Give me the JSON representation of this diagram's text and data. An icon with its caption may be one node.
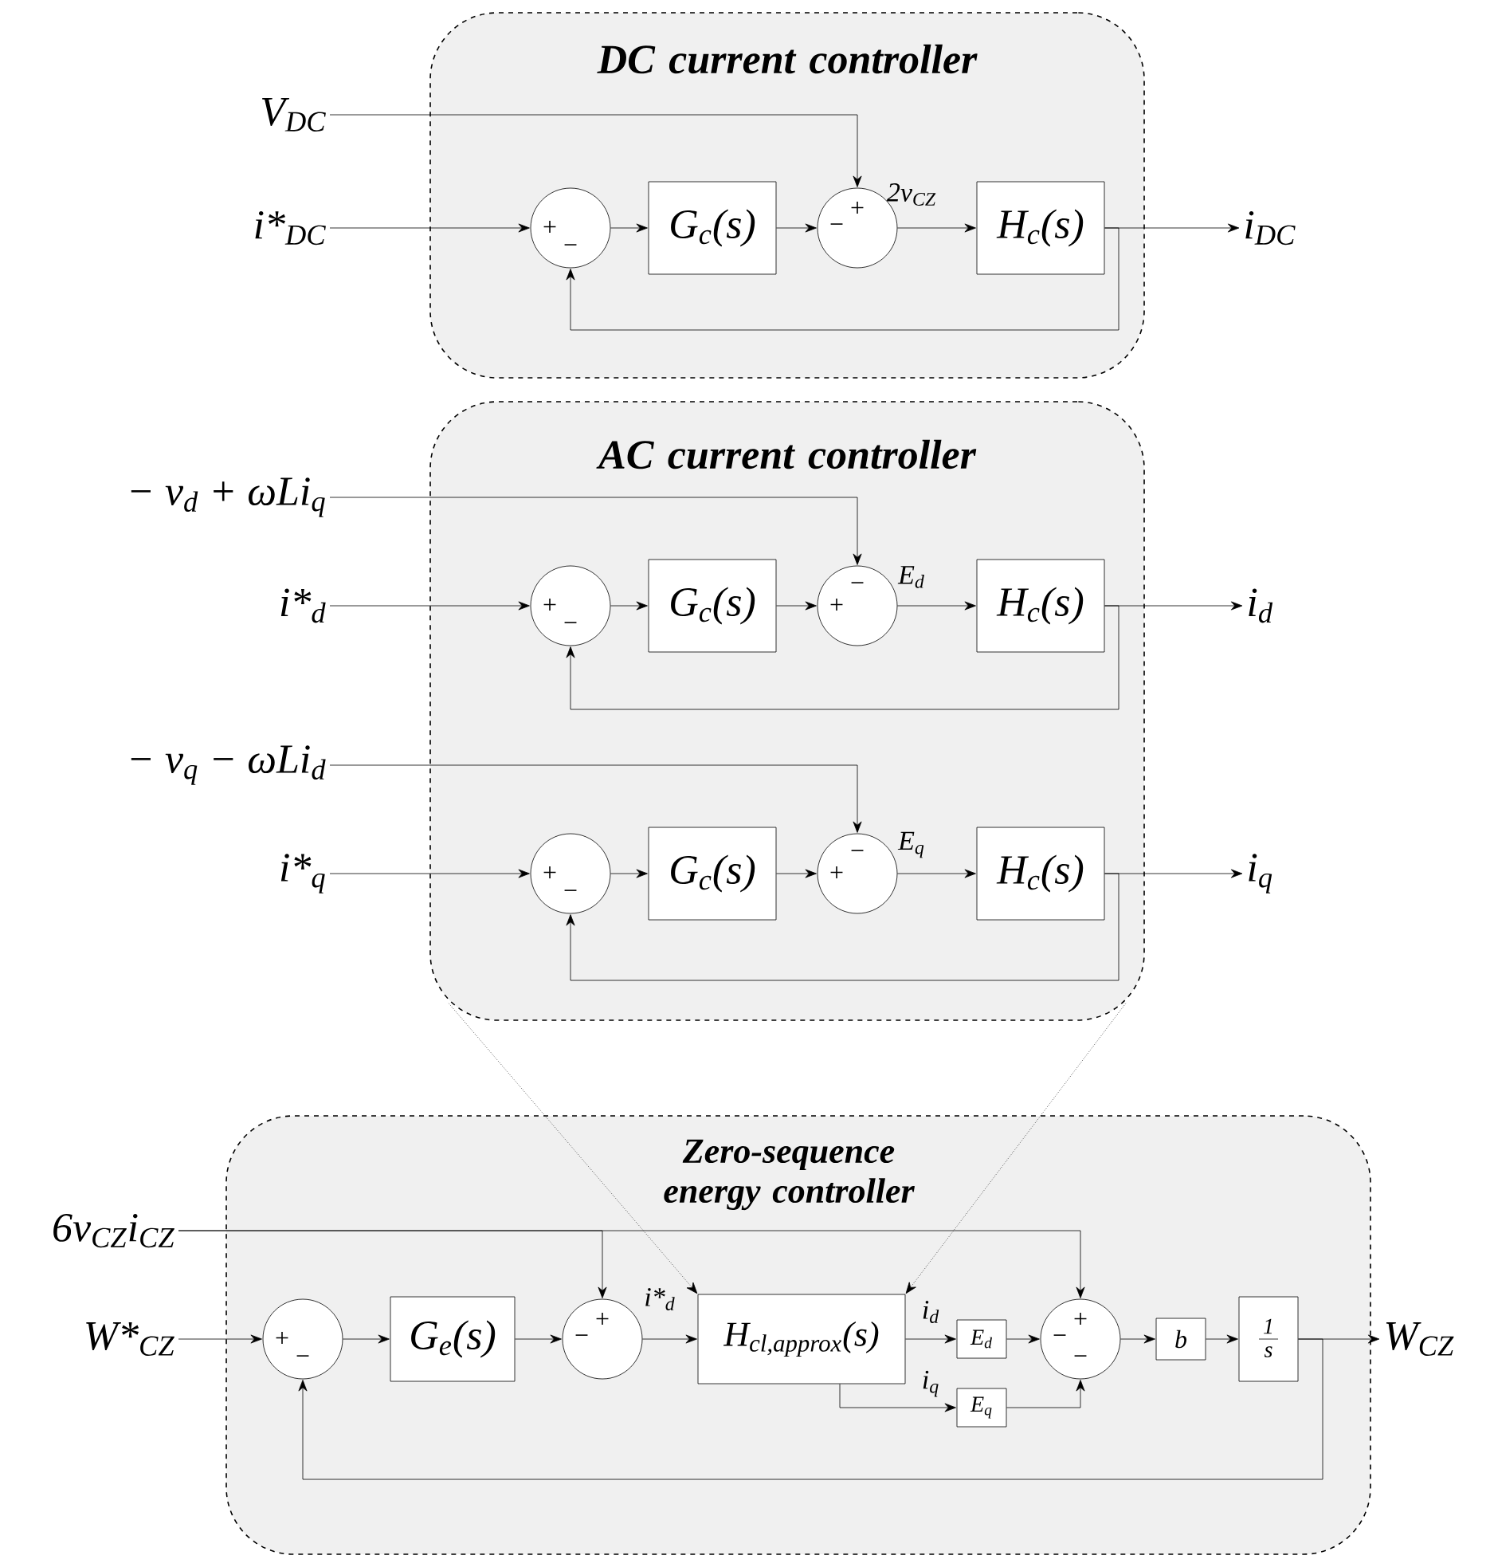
{
  "diagram": {
    "nodes": [
      {
        "text": [
          "DC current controller"
        ]
      },
      {
        "text": [
          "V$_{DC}$"
        ]
      },
      {
        "text": [
          "i*$_{DC}$"
        ]
      },
      {
        "text": [
          "+",
          "−"
        ],
        "in": 0
      },
      {
        "text": [
          "G$_{c}$(s)"
        ],
        "in": 0
      },
      {
        "text": [
          "−",
          "+"
        ],
        "in": 0
      },
      {
        "text": [
          "H$_{c}$(s)"
        ],
        "in": 0
      },
      {
        "text": [
          "i$_{DC}$"
        ]
      },
      {
        "text": [
          "AC current controller"
        ]
      },
      {
        "text": [
          "− v$_{d}$ + ωLi$_{q}$"
        ]
      },
      {
        "text": [
          "i*$_{d}$"
        ]
      },
      {
        "text": [
          "+",
          "−"
        ],
        "in": 8
      },
      {
        "text": [
          "G$_{c}$(s)"
        ],
        "in": 8
      },
      {
        "text": [
          "+",
          "−"
        ],
        "in": 8
      },
      {
        "text": [
          "H$_{c}$(s)"
        ],
        "in": 8
      },
      {
        "text": [
          "i$_{d}$"
        ]
      },
      {
        "text": [
          "− v$_{q}$ − ωLi$_{d}$"
        ]
      },
      {
        "text": [
          "i*$_{q}$"
        ]
      },
      {
        "text": [
          "+",
          "−"
        ],
        "in": 8
      },
      {
        "text": [
          "G$_{c}$(s)"
        ],
        "in": 8
      },
      {
        "text": [
          "+",
          "−"
        ],
        "in": 8
      },
      {
        "text": [
          "H$_{c}$(s)"
        ],
        "in": 8
      },
      {
        "text": [
          "i$_{q}$"
        ]
      },
      {
        "text": [
          "Zero-sequence energy controller"
        ]
      },
      {
        "text": [
          "6v$_{CZ}$i$_{CZ}$"
        ]
      },
      {
        "text": [
          "W*$_{CZ}$"
        ]
      },
      {
        "text": [
          "+",
          "−"
        ],
        "in": 23
      },
      {
        "text": [
          "G$_{e}$(s)"
        ],
        "in": 23
      },
      {
        "text": [
          "−",
          "+"
        ],
        "in": 23
      },
      {
        "text": [
          "H$_{cl,approx}$(s)"
        ],
        "in": 23
      },
      {
        "text": [
          "E$_{d}$"
        ],
        "in": 23
      },
      {
        "text": [
          "E$_{q}$"
        ],
        "in": 23
      },
      {
        "text": [
          "−",
          "+",
          "−"
        ],
        "in": 23
      },
      {
        "text": [
          "b"
        ],
        "in": 23
      },
      {
        "text": [
          "1",
          "s"
        ],
        "in": 23
      },
      {
        "text": [
          "W$_{CZ}$"
        ]
      }
    ],
    "edges": [
      {
        "from": 2,
        "to": 3,
        "arrow": "to"
      },
      {
        "from": 3,
        "to": 4,
        "arrow": "to"
      },
      {
        "from": 4,
        "to": 5,
        "arrow": "to"
      },
      {
        "from": 1,
        "to": 5,
        "arrow": "to"
      },
      {
        "from": 5,
        "to": 6,
        "arrow": "to",
        "label": "2v$_{CZ}$"
      },
      {
        "from": 6,
        "to": 7,
        "arrow": "to"
      },
      {
        "from": 6,
        "to": 3,
        "arrow": "to"
      },
      {
        "from": 10,
        "to": 11,
        "arrow": "to"
      },
      {
        "from": 11,
        "to": 12,
        "arrow": "to"
      },
      {
        "from": 12,
        "to": 13,
        "arrow": "to"
      },
      {
        "from": 9,
        "to": 13,
        "arrow": "to"
      },
      {
        "from": 13,
        "to": 14,
        "arrow": "to",
        "label": "E$_{d}$"
      },
      {
        "from": 14,
        "to": 15,
        "arrow": "to"
      },
      {
        "from": 14,
        "to": 11,
        "arrow": "to"
      },
      {
        "from": 17,
        "to": 18,
        "arrow": "to"
      },
      {
        "from": 18,
        "to": 19,
        "arrow": "to"
      },
      {
        "from": 19,
        "to": 20,
        "arrow": "to"
      },
      {
        "from": 16,
        "to": 20,
        "arrow": "to"
      },
      {
        "from": 20,
        "to": 21,
        "arrow": "to",
        "label": "E$_{q}$"
      },
      {
        "from": 21,
        "to": 22,
        "arrow": "to"
      },
      {
        "from": 21,
        "to": 18,
        "arrow": "to"
      },
      {
        "from": 25,
        "to": 26,
        "arrow": "to"
      },
      {
        "from": 26,
        "to": 27,
        "arrow": "to"
      },
      {
        "from": 27,
        "to": 28,
        "arrow": "to"
      },
      {
        "from": 24,
        "to": 28,
        "arrow": "to"
      },
      {
        "from": 24,
        "to": 32,
        "arrow": "to"
      },
      {
        "from": 28,
        "to": 29,
        "arrow": "to",
        "label": "i*$_{d}$"
      },
      {
        "from": 29,
        "to": 30,
        "arrow": "to",
        "label": "i$_{d}$"
      },
      {
        "from": 29,
        "to": 31,
        "arrow": "to",
        "label": "i$_{q}$"
      },
      {
        "from": 30,
        "to": 32,
        "arrow": "to"
      },
      {
        "from": 31,
        "to": 32,
        "arrow": "to"
      },
      {
        "from": 32,
        "to": 33,
        "arrow": "to"
      },
      {
        "from": 33,
        "to": 34,
        "arrow": "to"
      },
      {
        "from": 34,
        "to": 35,
        "arrow": "to"
      },
      {
        "from": 34,
        "to": 26,
        "arrow": "to"
      },
      {
        "from": 8,
        "to": 29,
        "arrow": "to",
        "style": "dashed"
      },
      {
        "from": 8,
        "to": 29,
        "arrow": "to",
        "style": "dashed"
      }
    ]
  }
}
